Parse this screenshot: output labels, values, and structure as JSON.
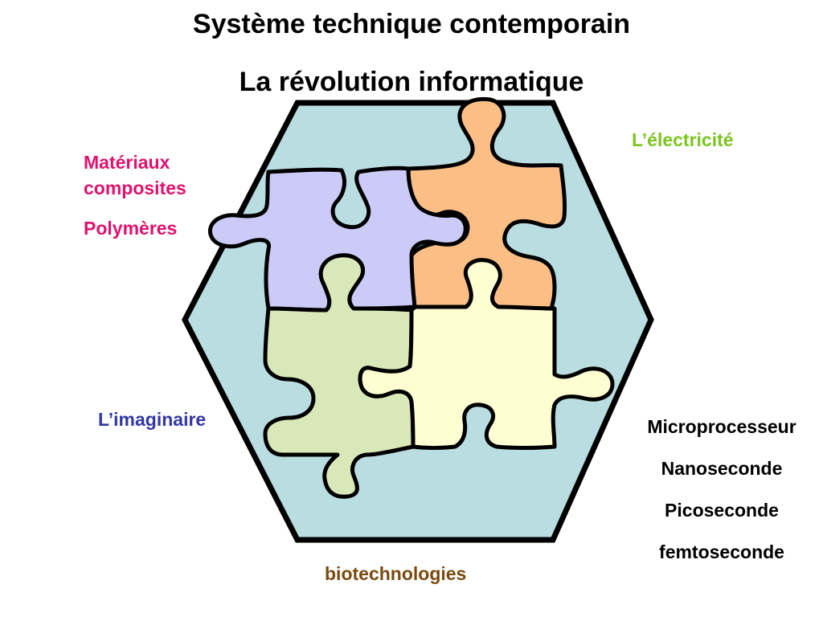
{
  "title": {
    "line1": "Système technique contemporain",
    "line2": "La révolution informatique"
  },
  "labels": {
    "electricite": "L’électricité",
    "materiaux_line1": "Matériaux",
    "materiaux_line2": "composites",
    "polymeres": "Polymères",
    "imaginaire": "L’imaginaire",
    "biotechnologies": "biotechnologies"
  },
  "tech_list": [
    "Microprocesseur",
    "Nanoseconde",
    "Picoseconde",
    "femtoseconde"
  ],
  "colors": {
    "hexagon_fill": "#b9dde0",
    "outline": "#000000",
    "piece_top_left": "#cccbf7",
    "piece_top_right": "#fbbf86",
    "piece_bottom_left": "#d9e8b8",
    "piece_bottom_right": "#fffdd2",
    "label_electricite": "#7cc520",
    "label_materiaux": "#e0126e",
    "label_imaginaire": "#3237a6",
    "label_biotech": "#7a4a10"
  }
}
